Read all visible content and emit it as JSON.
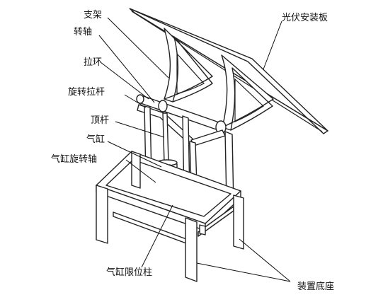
{
  "labels": {
    "bracket": "支架",
    "pivot_shaft": "转轴",
    "pull_ring": "拉环",
    "rotating_pull_rod": "旋转拉杆",
    "push_rod": "顶杆",
    "cylinder": "气缸",
    "cylinder_rotation_shaft": "气缸旋转轴",
    "cylinder_limit_post": "气缸限位柱",
    "pv_mounting_panel": "光伏安装板",
    "device_base": "装置底座"
  }
}
